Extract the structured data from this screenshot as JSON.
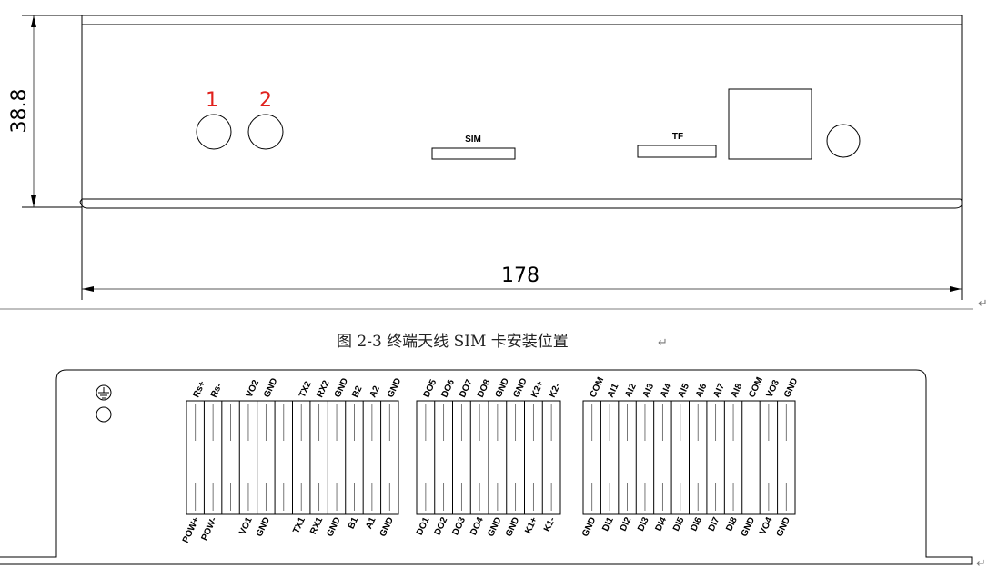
{
  "top_view": {
    "height_dim": "38.8",
    "width_dim": "178",
    "port_labels": [
      "1",
      "2"
    ],
    "sim_label": "SIM",
    "tf_label": "TF"
  },
  "caption": "图 2-3  终端天线 SIM 卡安装位置",
  "return_mark": "↵",
  "bottom_view": {
    "block1_top": [
      "Rs+",
      "Rs-",
      "",
      "VO2",
      "GND",
      "",
      "TX2",
      "RX2",
      "GND",
      "B2",
      "A2",
      "GND"
    ],
    "block1_bottom": [
      "POW+",
      "POW-",
      "",
      "VO1",
      "GND",
      "",
      "TX1",
      "RX1",
      "GND",
      "B1",
      "A1",
      "GND"
    ],
    "block2_top": [
      "DO5",
      "DO6",
      "DO7",
      "DO8",
      "GND",
      "GND",
      "K2+",
      "K2-"
    ],
    "block2_bottom": [
      "DO1",
      "DO2",
      "DO3",
      "DO4",
      "GND",
      "GND",
      "K1+",
      "K1-"
    ],
    "block3_top": [
      "COM",
      "AI1",
      "AI2",
      "AI3",
      "AI4",
      "AI5",
      "AI6",
      "AI7",
      "AI8",
      "COM",
      "VO3",
      "GND"
    ],
    "block3_bottom": [
      "GND",
      "DI1",
      "DI2",
      "DI3",
      "DI4",
      "DI5",
      "DI6",
      "DI7",
      "DI8",
      "GND",
      "VO4",
      "GND"
    ]
  }
}
